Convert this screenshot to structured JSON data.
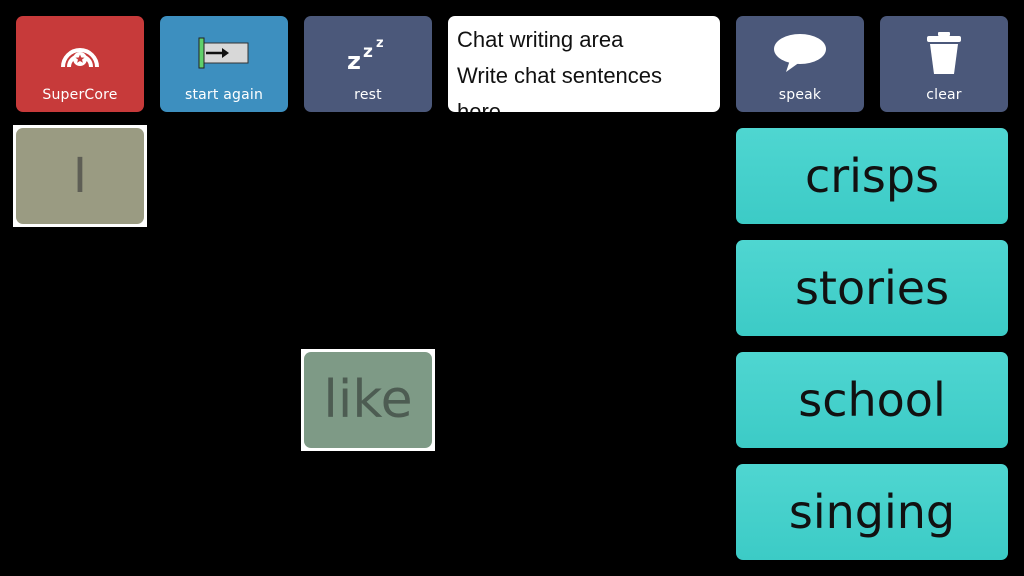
{
  "toolbar": {
    "supercore_label": "SuperCore",
    "start_again_label": "start again",
    "rest_label": "rest",
    "speak_label": "speak",
    "clear_label": "clear"
  },
  "chat": {
    "line1": "Chat writing area",
    "line2": "Write chat sentences",
    "line3": "here"
  },
  "grid": {
    "word_i": "I",
    "word_like": "like"
  },
  "predictions": [
    "crisps",
    "stories",
    "school",
    "singing"
  ],
  "colors": {
    "supercore": "#c73a3a",
    "start_again": "#3d8fbf",
    "toolbar_dark": "#4b587a",
    "prediction": "#3ccbc6"
  }
}
